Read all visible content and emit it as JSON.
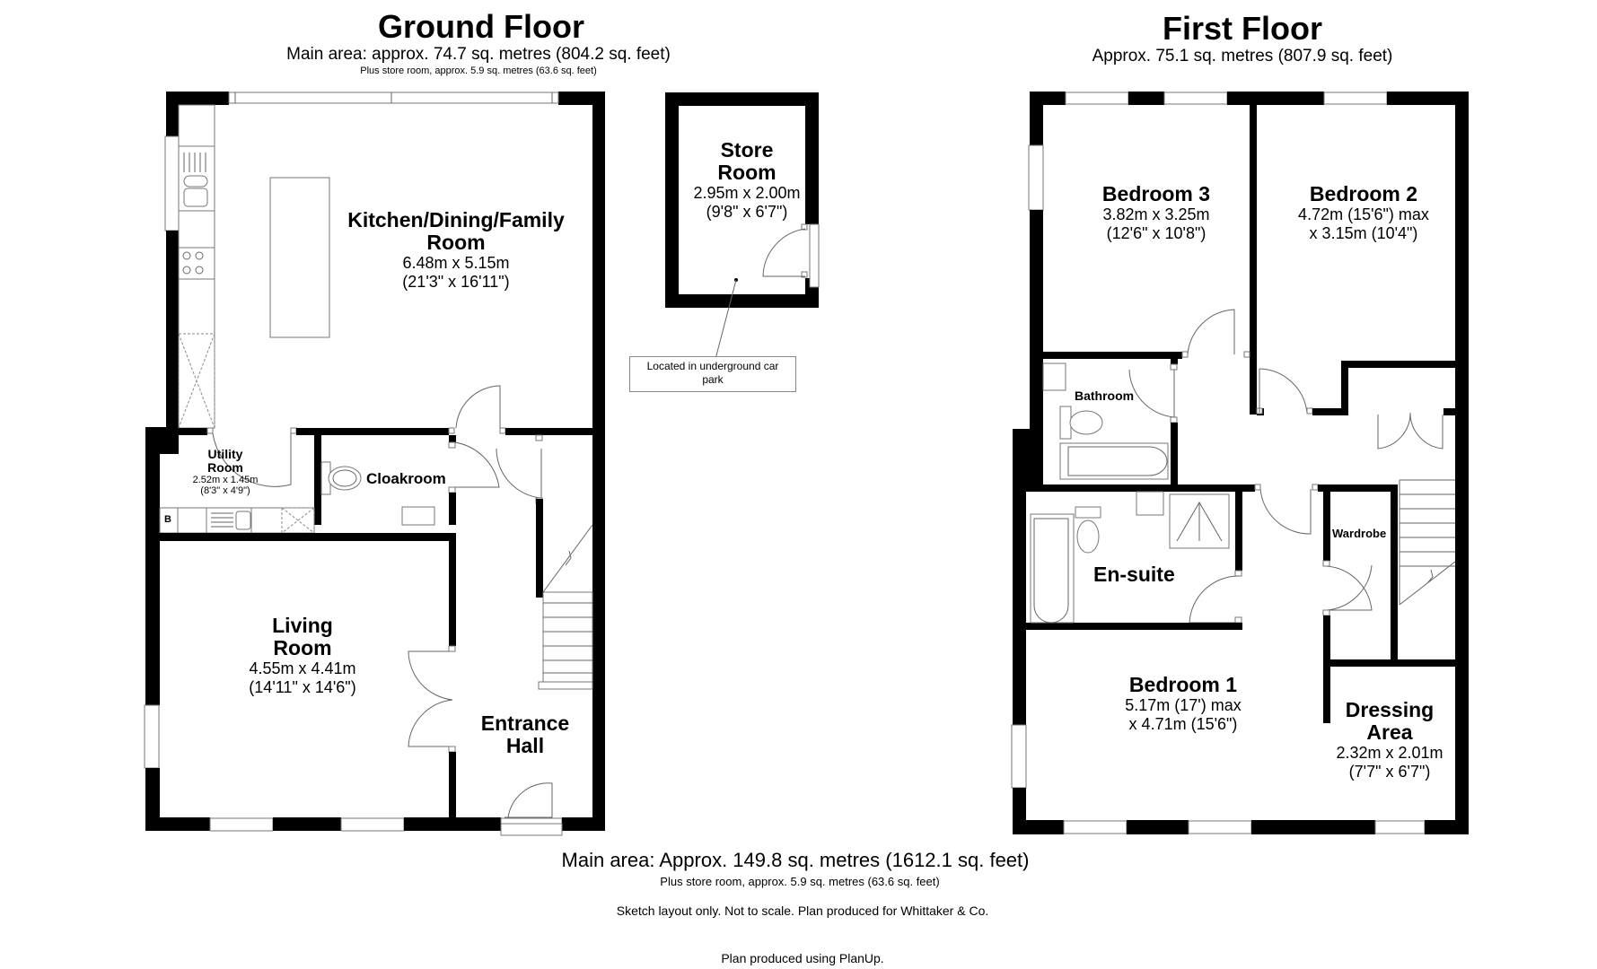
{
  "ground_floor": {
    "title": "Ground Floor",
    "main_area": "Main area: approx. 74.7 sq. metres (804.2 sq. feet)",
    "store_note": "Plus store room, approx. 5.9 sq. metres (63.6 sq. feet)",
    "rooms": {
      "kitchen": {
        "name_line1": "Kitchen/Dining/Family",
        "name_line2": "Room",
        "dim_metric": "6.48m x 5.15m",
        "dim_imperial": "(21'3\" x 16'11\")"
      },
      "utility": {
        "name_line1": "Utility",
        "name_line2": "Room",
        "dim_metric": "2.52m x 1.45m",
        "dim_imperial": "(8'3\" x 4'9\")",
        "boiler_label": "B"
      },
      "cloakroom": {
        "name": "Cloakroom"
      },
      "living": {
        "name_line1": "Living",
        "name_line2": "Room",
        "dim_metric": "4.55m x 4.41m",
        "dim_imperial": "(14'11\" x 14'6\")"
      },
      "entrance": {
        "name_line1": "Entrance",
        "name_line2": "Hall"
      }
    }
  },
  "store_room": {
    "name_line1": "Store",
    "name_line2": "Room",
    "dim_metric": "2.95m x 2.00m",
    "dim_imperial": "(9'8\" x 6'7\")",
    "callout": "Located in underground car park"
  },
  "first_floor": {
    "title": "First Floor",
    "area": "Approx. 75.1 sq. metres (807.9 sq. feet)",
    "rooms": {
      "bedroom3": {
        "name": "Bedroom 3",
        "dim_metric": "3.82m x 3.25m",
        "dim_imperial": "(12'6\" x 10'8\")"
      },
      "bedroom2": {
        "name": "Bedroom 2",
        "dim_line1": "4.72m (15'6\") max",
        "dim_line2": "x 3.15m (10'4\")"
      },
      "bathroom": {
        "name": "Bathroom"
      },
      "ensuite": {
        "name": "En-suite"
      },
      "wardrobe": {
        "name": "Wardrobe"
      },
      "bedroom1": {
        "name": "Bedroom 1",
        "dim_line1": "5.17m (17') max",
        "dim_line2": "x 4.71m (15'6\")"
      },
      "dressing": {
        "name_line1": "Dressing",
        "name_line2": "Area",
        "dim_metric": "2.32m x 2.01m",
        "dim_imperial": "(7'7\" x 6'7\")"
      }
    }
  },
  "footer": {
    "total_area": "Main area: Approx. 149.8 sq. metres (1612.1 sq. feet)",
    "store_note": "Plus store room, approx. 5.9 sq. metres (63.6 sq. feet)",
    "disclaimer": "Sketch layout only. Not to scale. Plan produced for Whittaker & Co.",
    "credit": "Plan produced using PlanUp."
  },
  "colors": {
    "wall": "#000000",
    "fixture_stroke": "#777777",
    "background": "#ffffff"
  }
}
